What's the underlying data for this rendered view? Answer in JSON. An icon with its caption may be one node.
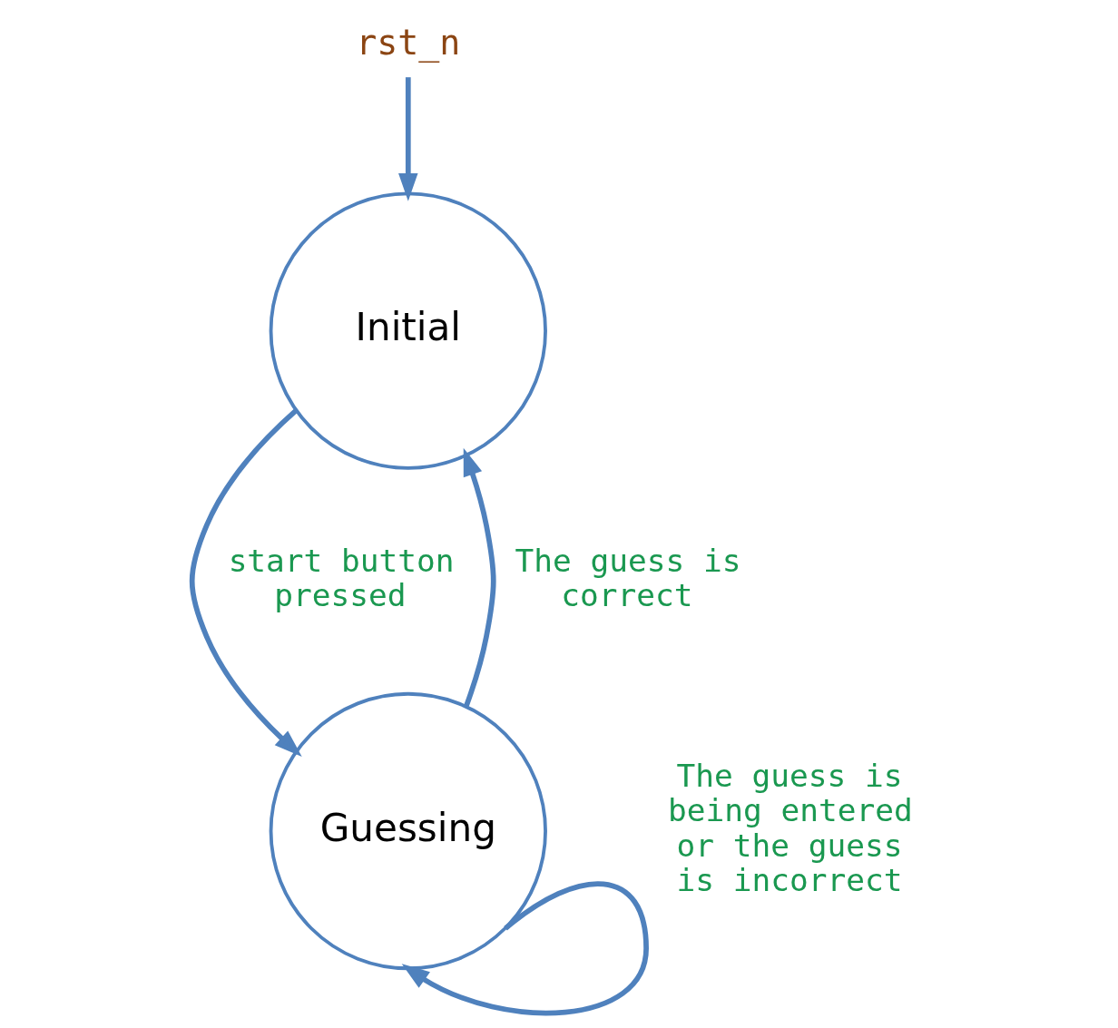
{
  "diagram": {
    "nodes": [
      {
        "text": [
          "rst_n"
        ]
      },
      {
        "text": [
          "Initial"
        ]
      },
      {
        "text": [
          "Guessing"
        ]
      }
    ],
    "edges": [
      {
        "from": 0,
        "to": 1,
        "arrow": "to"
      },
      {
        "from": 1,
        "to": 2,
        "arrow": "to",
        "label": "start button pressed"
      },
      {
        "from": 2,
        "to": 1,
        "arrow": "to",
        "label": "The guess is correct"
      },
      {
        "from": 2,
        "to": 2,
        "arrow": "to",
        "label": "The guess is being entered or the guess is incorrect"
      }
    ]
  }
}
